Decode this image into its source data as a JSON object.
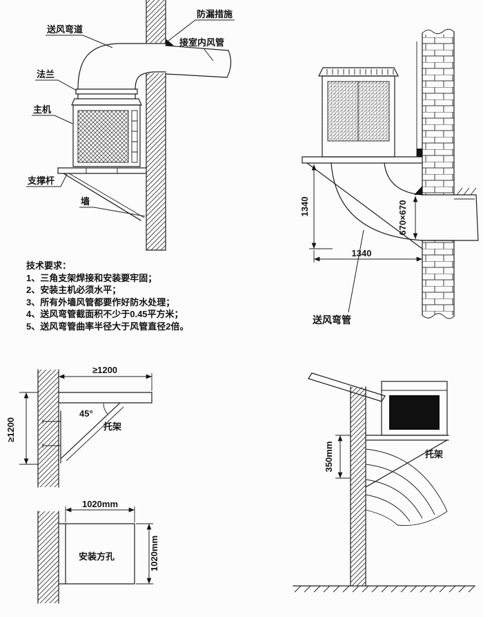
{
  "colors": {
    "background": "#fcfcfc",
    "line": "#1d1d1d",
    "unit_panel_dark": "#101010"
  },
  "top_left": {
    "labels": {
      "duct_bend": "送风弯道",
      "leak_proof": "防漏措施",
      "indoor_duct": "接室内风管",
      "flange": "法兰",
      "main_unit": "主机",
      "support_rod": "支撑杆",
      "wall": "墙"
    }
  },
  "top_right": {
    "dim_height": "1340",
    "dim_width": "1340",
    "dim_duct": "670×670",
    "label_bend_pipe": "送风弯管"
  },
  "tech": {
    "title": "技术要求：",
    "items": [
      "1、三角支架焊接和安装要牢固；",
      "2、安装主机必须水平；",
      "3、所有外墙风管都要作好防水处理；",
      "4、送风弯管截面积不少于0.45平方米；",
      "5、送风弯管曲率半径大于风管直径2倍。"
    ]
  },
  "bracket_detail": {
    "dim_horizontal": "≥1200",
    "dim_vertical": "≥1200",
    "angle": "45°",
    "label_bracket": "托架"
  },
  "hole_detail": {
    "dim_width": "1020mm",
    "dim_height": "1020mm",
    "label_hole": "安装方孔"
  },
  "pole_detail": {
    "dim_offset": "350mm",
    "label_bracket": "托架"
  }
}
